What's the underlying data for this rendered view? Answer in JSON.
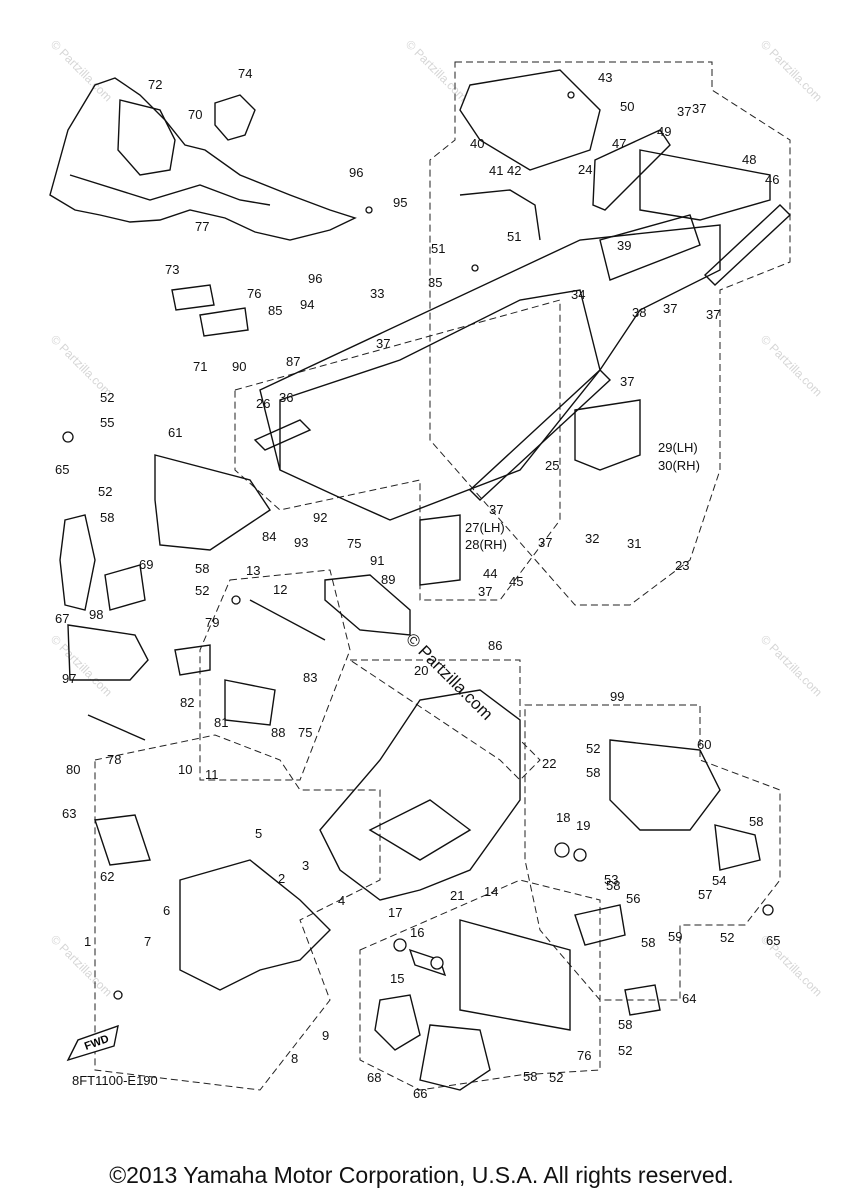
{
  "diagram_code": "8FT1100-E190",
  "fwd_label": "FWD",
  "center_watermark": "© Partzilla.com",
  "corner_watermark": "© Partzilla.com",
  "copyright": "©2013 Yamaha Motor Corporation, U.S.A. All rights reserved.",
  "callouts": [
    "1",
    "2",
    "3",
    "4",
    "5",
    "6",
    "7",
    "8",
    "9",
    "10",
    "11",
    "12",
    "13",
    "14",
    "15",
    "16",
    "17",
    "18",
    "19",
    "20",
    "21",
    "22",
    "23",
    "24",
    "25",
    "26",
    "27(LH)",
    "28(RH)",
    "29(LH)",
    "30(RH)",
    "31",
    "32",
    "33",
    "34",
    "35",
    "36",
    "37",
    "38",
    "39",
    "40",
    "41",
    "42",
    "43",
    "44",
    "45",
    "46",
    "47",
    "48",
    "49",
    "50",
    "51",
    "52",
    "53",
    "54",
    "55",
    "56",
    "57",
    "58",
    "59",
    "60",
    "61",
    "62",
    "63",
    "64",
    "65",
    "66",
    "67",
    "68",
    "69",
    "70",
    "71",
    "72",
    "73",
    "74",
    "75",
    "76",
    "77",
    "78",
    "79",
    "80",
    "81",
    "82",
    "83",
    "84",
    "85",
    "86",
    "87",
    "88",
    "89",
    "90",
    "91",
    "92",
    "93",
    "94",
    "95",
    "96",
    "97",
    "98",
    "99"
  ]
}
